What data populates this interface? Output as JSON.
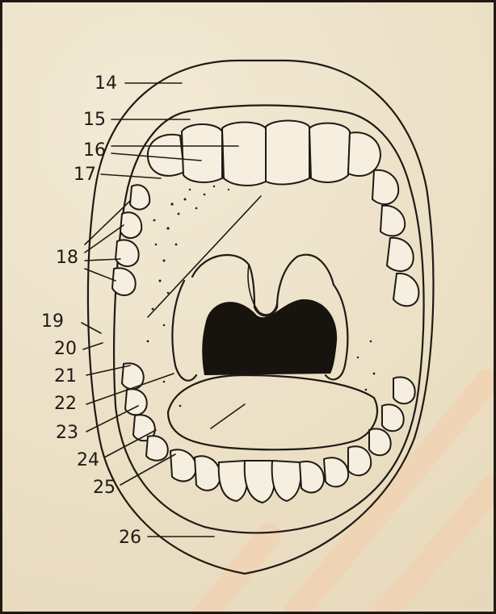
{
  "diagram": {
    "labels": [
      {
        "id": "l14",
        "text": "14"
      },
      {
        "id": "l15",
        "text": "15"
      },
      {
        "id": "l16",
        "text": "16"
      },
      {
        "id": "l17",
        "text": "17"
      },
      {
        "id": "l18",
        "text": "18"
      },
      {
        "id": "l19",
        "text": "19"
      },
      {
        "id": "l20",
        "text": "20"
      },
      {
        "id": "l21",
        "text": "21"
      },
      {
        "id": "l22",
        "text": "22"
      },
      {
        "id": "l23",
        "text": "23"
      },
      {
        "id": "l24",
        "text": "24"
      },
      {
        "id": "l25",
        "text": "25"
      },
      {
        "id": "l26",
        "text": "26"
      }
    ],
    "colors": {
      "ink": "#1f1a14",
      "paper": "#efe4cc",
      "watermark": "#f7c9a8"
    }
  }
}
